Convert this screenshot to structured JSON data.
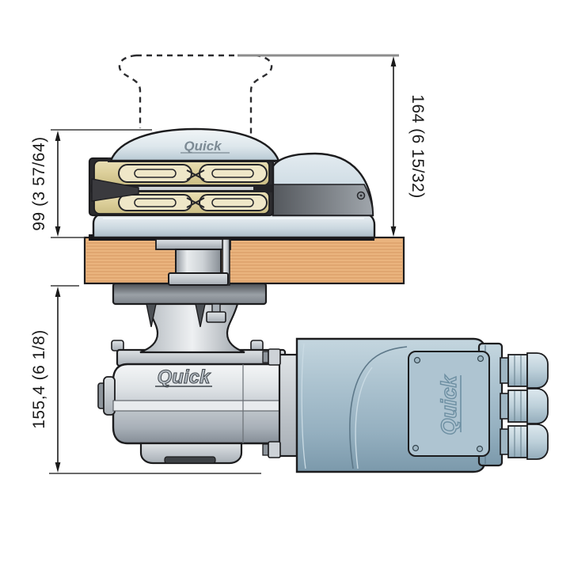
{
  "document": {
    "type": "technical-dimensional-drawing",
    "subject": "Quick vertical anchor windlass, side section view mounted through wooden deck"
  },
  "brand": {
    "name": "Quick"
  },
  "logos": {
    "cap": "Quick",
    "gearbox": "Quick",
    "motor_panel": "Quick"
  },
  "dimensions": {
    "total_height_above_deck": {
      "label": "164 (6 15/32)",
      "value_mm": 164,
      "value_inches": "6 15/32",
      "side": "right",
      "orientation": "vertical"
    },
    "above_deck_unit_height": {
      "label": "99 (3 57/64)",
      "value_mm": 99,
      "value_inches": "3 57/64",
      "side": "left-top",
      "orientation": "vertical"
    },
    "below_deck_depth": {
      "label": "155,4 (6 1/8)",
      "value_mm": 155.4,
      "value_inches": "6 1/8",
      "side": "left-bottom",
      "orientation": "vertical"
    }
  },
  "colors": {
    "outline": "#1c1c1e",
    "deck_wood": "#eab47e",
    "deck_grain": "#d99e69",
    "gypsy_brass": "#dccf9a",
    "gypsy_dark": "#2c2c2f",
    "housing_light": "#dde7ec",
    "cover_dark_band": "#70767c",
    "gearbox_metal": "#c2c8ce",
    "motor_body": "#abc2cf",
    "dimension_line": "#1a1a1a"
  }
}
